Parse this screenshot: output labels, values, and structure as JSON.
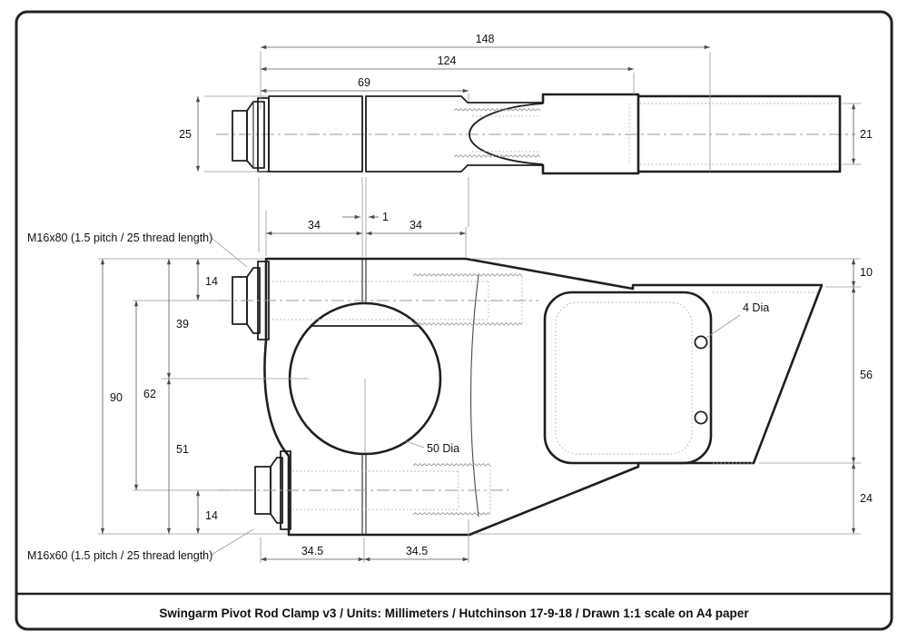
{
  "title_block": {
    "text": "Swingarm Pivot Rod Clamp v3 / Units: Millimeters / Hutchinson 17-9-18 / Drawn 1:1 scale on A4 paper"
  },
  "annotations": {
    "bolt_top_label": "M16x80 (1.5 pitch / 25 thread length)",
    "bolt_bottom_label": "M16x60 (1.5 pitch / 25 thread length)",
    "bore_label": "50 Dia",
    "hole_label": "4 Dia"
  },
  "dimensions": {
    "top_view": {
      "overall": "148",
      "to_clamp": "124",
      "front": "69",
      "rod_od": "25",
      "tube_id": "21"
    },
    "front_view": {
      "half_top_left": "34",
      "gap": "1",
      "half_top_right": "34",
      "top_to_bolt": "14",
      "top_to_center": "39",
      "bolt_spacing": "62",
      "overall_height": "90",
      "center_to_bottom": "51",
      "bolt_to_bottom": "14",
      "half_bottom_left": "34.5",
      "half_bottom_right": "34.5",
      "plate_top_offset": "10",
      "plate_height": "56",
      "plate_bottom_offset": "24"
    }
  }
}
